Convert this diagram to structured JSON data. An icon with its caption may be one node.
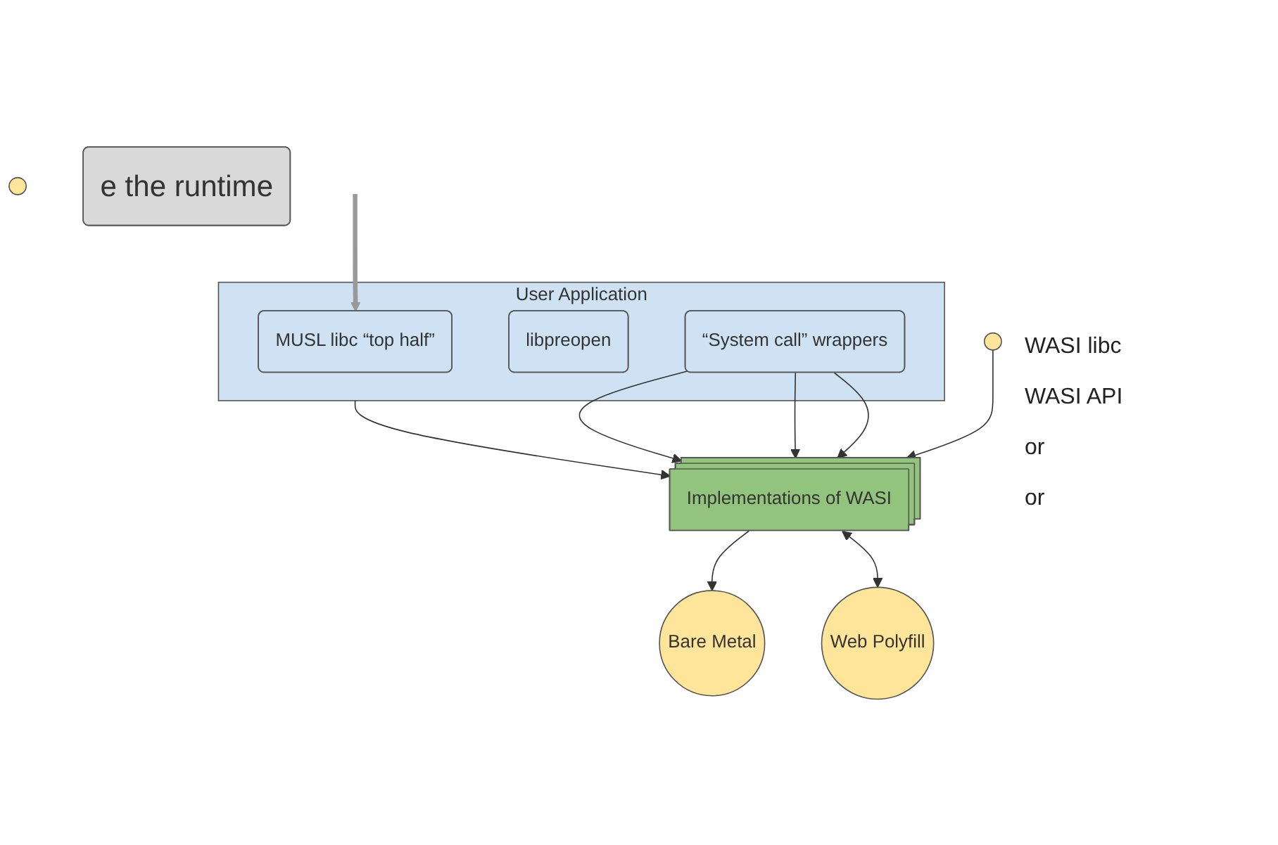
{
  "diagram": {
    "nodes": [
      {
        "text": [
          "User Application"
        ]
      },
      {
        "text": [
          "MUSL libc “top half”"
        ],
        "in": 0
      },
      {
        "text": [
          "libpreopen"
        ],
        "in": 0
      },
      {
        "text": [
          "“System call” wrappers"
        ],
        "in": 0
      },
      {
        "text": [
          "Implementations of WASI"
        ]
      },
      {
        "text": [],
        "shape": "circle"
      },
      {
        "text": [],
        "shape": "circle"
      },
      {
        "text": [
          "Bare Metal"
        ]
      },
      {
        "text": [
          "Web Polyfill"
        ]
      },
      {
        "text": [
          "e the runtime"
        ]
      }
    ],
    "edges": [
      {
        "from": null,
        "to": 1,
        "arrow": "to",
        "style": "thick",
        "color": "#999999"
      },
      {
        "from": 0,
        "to": 4,
        "arrow": "to"
      },
      {
        "from": 3,
        "to": 4,
        "arrow": "to"
      },
      {
        "from": 3,
        "to": 4,
        "arrow": "to"
      },
      {
        "from": 3,
        "to": 4,
        "arrow": "to"
      },
      {
        "from": 5,
        "to": 4,
        "arrow": "to"
      },
      {
        "from": 4,
        "to": 7,
        "arrow": "to"
      },
      {
        "from": 4,
        "to": 8,
        "arrow": "both"
      }
    ],
    "labels": [
      "WASI libc",
      "WASI API",
      "or",
      "or"
    ]
  }
}
